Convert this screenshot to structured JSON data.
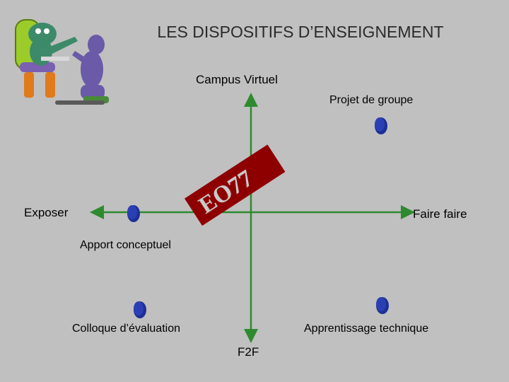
{
  "title": "LES DISPOSITIFS D’ENSEIGNEMENT",
  "axes": {
    "top": "Campus Virtuel",
    "bottom": "F2F",
    "left": "Exposer",
    "right": "Faire faire"
  },
  "points": [
    {
      "label": "Projet de groupe"
    },
    {
      "label": "Apport conceptuel"
    },
    {
      "label": "Colloque d’évaluation"
    },
    {
      "label": "Apprentissage technique"
    }
  ],
  "banner": {
    "text": "EO77",
    "color": "#b00000",
    "text_color": "#8a0000"
  },
  "colors": {
    "axis_green": "#2e8a2e",
    "point_blue": "#2b3fb5",
    "background": "#c0c0c0"
  },
  "illustration": {
    "name": "clay-figures-illustration"
  }
}
